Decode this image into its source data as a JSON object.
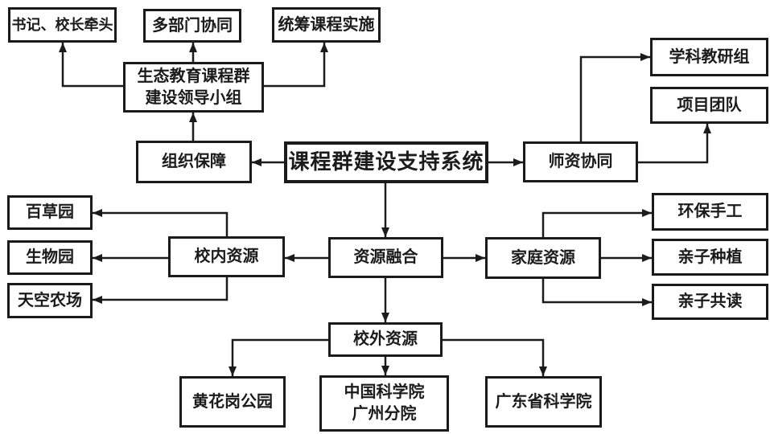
{
  "diagram": {
    "type": "flowchart",
    "colors": {
      "line": "#1b1b1b",
      "background": "#ffffff",
      "node_fill": "#ffffff",
      "text": "#1b1b1b"
    },
    "nodes": {
      "secretary_principal_lead": {
        "label": "书记、校长牵头"
      },
      "multi_department_collaboration": {
        "label": "多部门协同"
      },
      "coordinate_implementation": {
        "label": "统筹课程实施"
      },
      "leading_group": {
        "label": "生态教育课程群\n建设领导小组"
      },
      "organizational_support": {
        "label": "组织保障"
      },
      "support_system": {
        "label": "课程群建设支持系统"
      },
      "teacher_collaboration": {
        "label": "师资协同"
      },
      "subject_research_group": {
        "label": "学科教研组"
      },
      "project_team": {
        "label": "项目团队"
      },
      "herb_garden": {
        "label": "百草园"
      },
      "biology_garden": {
        "label": "生物园"
      },
      "sky_farm": {
        "label": "天空农场"
      },
      "on_campus_resources": {
        "label": "校内资源"
      },
      "resource_integration": {
        "label": "资源融合"
      },
      "family_resources": {
        "label": "家庭资源"
      },
      "eco_handicraft": {
        "label": "环保手工"
      },
      "parent_child_planting": {
        "label": "亲子种植"
      },
      "parent_child_reading": {
        "label": "亲子共读"
      },
      "off_campus_resources": {
        "label": "校外资源"
      },
      "huanghuagang_park": {
        "label": "黄花岗公园"
      },
      "cas_guangzhou_branch": {
        "label": "中国科学院\n广州分院"
      },
      "guangdong_academy_of_sciences": {
        "label": "广东省科学院"
      }
    },
    "edges": [
      {
        "from": "leading_group",
        "to": "secretary_principal_lead"
      },
      {
        "from": "leading_group",
        "to": "multi_department_collaboration"
      },
      {
        "from": "leading_group",
        "to": "coordinate_implementation"
      },
      {
        "from": "organizational_support",
        "to": "leading_group"
      },
      {
        "from": "support_system",
        "to": "organizational_support"
      },
      {
        "from": "support_system",
        "to": "teacher_collaboration"
      },
      {
        "from": "teacher_collaboration",
        "to": "subject_research_group"
      },
      {
        "from": "teacher_collaboration",
        "to": "project_team"
      },
      {
        "from": "support_system",
        "to": "resource_integration"
      },
      {
        "from": "resource_integration",
        "to": "on_campus_resources"
      },
      {
        "from": "resource_integration",
        "to": "family_resources"
      },
      {
        "from": "resource_integration",
        "to": "off_campus_resources"
      },
      {
        "from": "on_campus_resources",
        "to": "herb_garden"
      },
      {
        "from": "on_campus_resources",
        "to": "biology_garden"
      },
      {
        "from": "on_campus_resources",
        "to": "sky_farm"
      },
      {
        "from": "family_resources",
        "to": "eco_handicraft"
      },
      {
        "from": "family_resources",
        "to": "parent_child_planting"
      },
      {
        "from": "family_resources",
        "to": "parent_child_reading"
      },
      {
        "from": "off_campus_resources",
        "to": "huanghuagang_park"
      },
      {
        "from": "off_campus_resources",
        "to": "cas_guangzhou_branch"
      },
      {
        "from": "off_campus_resources",
        "to": "guangdong_academy_of_sciences"
      }
    ]
  }
}
